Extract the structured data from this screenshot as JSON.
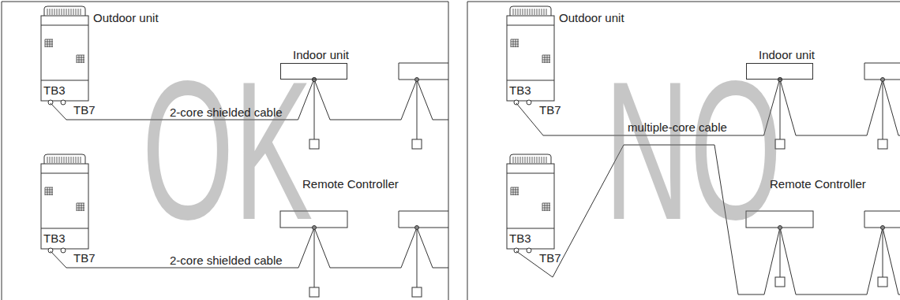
{
  "diagram": {
    "nodes": [
      {
        "text": [
          "Outdoor unit",
          "TB3",
          "TB7"
        ]
      },
      {
        "text": [
          "Indoor unit"
        ]
      },
      {
        "text": [
          "TB3",
          "TB7"
        ]
      },
      {
        "text": [
          "Outdoor unit",
          "TB3",
          "TB7"
        ]
      },
      {
        "text": [
          "Indoor unit"
        ]
      },
      {
        "text": [
          "TB3",
          "TB7"
        ]
      }
    ],
    "edges": [
      {
        "from": 0,
        "to": 1,
        "arrow": "none",
        "label": "2-core shielded cable"
      },
      {
        "from": 3,
        "to": 4,
        "arrow": "none",
        "label": "multiple-core cable"
      }
    ],
    "labels": [
      "OK",
      "2-core shielded cable",
      "Remote Controller",
      "NO",
      "Remote Controller"
    ]
  }
}
